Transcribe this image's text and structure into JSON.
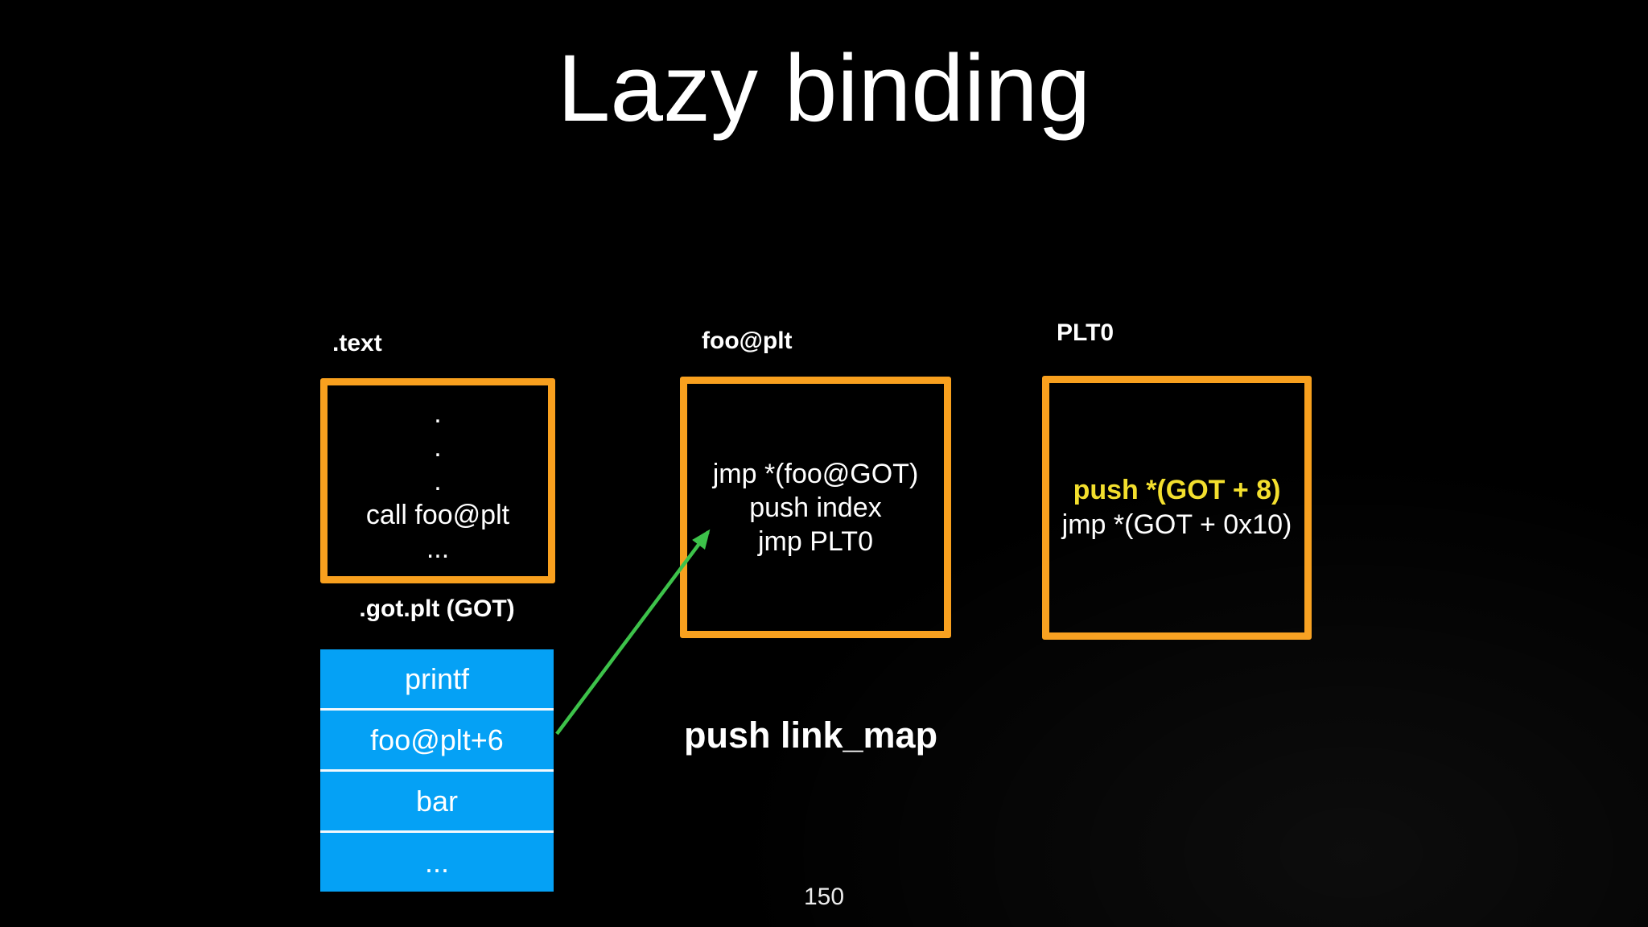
{
  "slide": {
    "title": "Lazy binding",
    "push_link_map": "push link_map",
    "page_number": "150"
  },
  "colors": {
    "bg": "#000000",
    "text": "#FFFFFF",
    "border": "#F8A01E",
    "got": "#05A1F5",
    "arrow": "#3DC24A",
    "highlight": "#F3DF2D"
  },
  "text_section": {
    "label": ".text",
    "lines": [
      ".",
      ".",
      ".",
      "call foo@plt",
      "..."
    ]
  },
  "fooplt_section": {
    "label": "foo@plt",
    "lines": [
      "jmp *(foo@GOT)",
      "push index",
      "jmp PLT0"
    ]
  },
  "plt0_section": {
    "label": "PLT0",
    "highlight_line": "push *(GOT + 8)",
    "line2": "jmp *(GOT + 0x10)"
  },
  "got_section": {
    "label": ".got.plt (GOT)",
    "rows": [
      "printf",
      "foo@plt+6",
      "bar",
      "..."
    ]
  }
}
